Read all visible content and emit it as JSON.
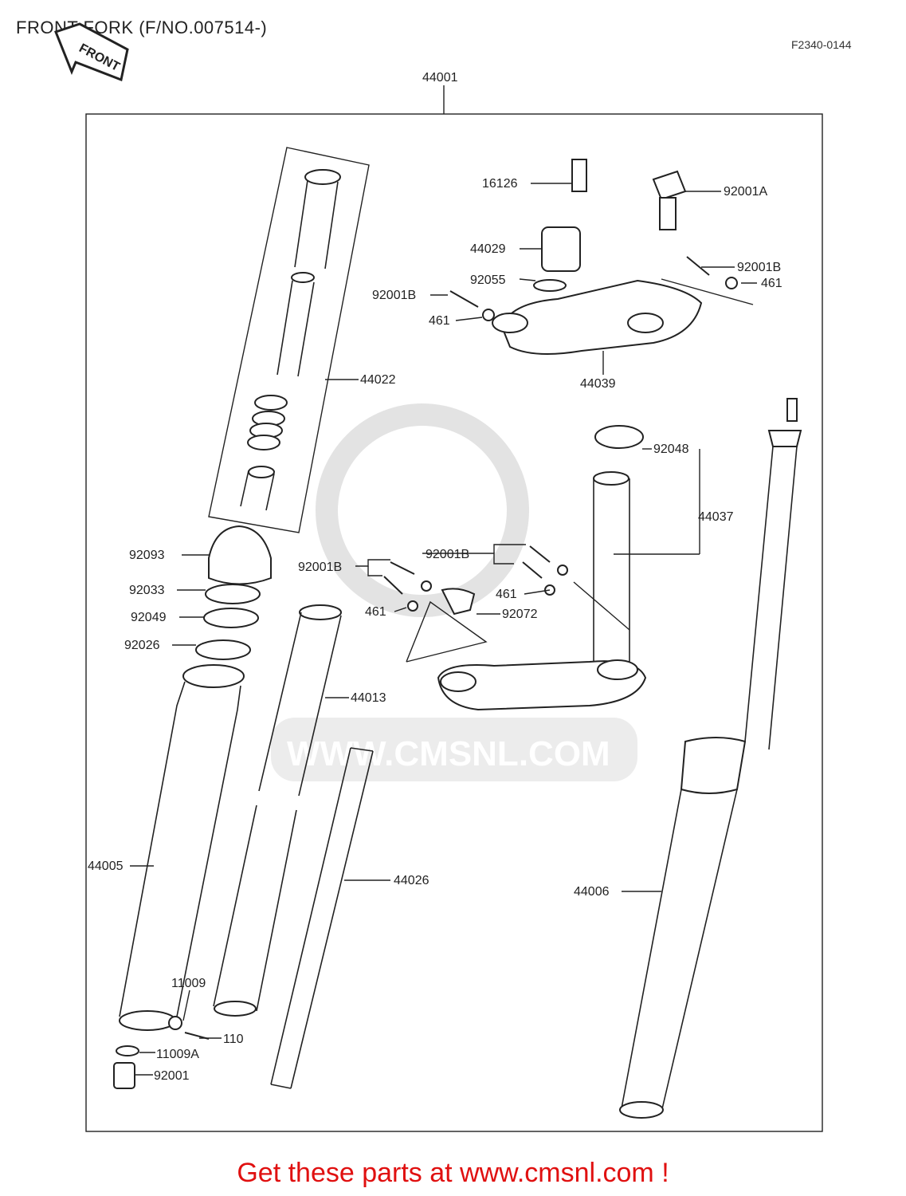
{
  "header": {
    "title": "FRONT FORK (F/NO.007514-)",
    "diagram_code": "F2340-0144",
    "front_badge": "FRONT"
  },
  "watermark": "WWW.CMSNL.COM",
  "footer": "Get these parts at www.cmsnl.com !",
  "parts": {
    "p44001": "44001",
    "p16126": "16126",
    "p92001A": "92001A",
    "p44029": "44029",
    "p92001B_a": "92001B",
    "p92055": "92055",
    "p461_a": "461",
    "p92001B_b": "92001B",
    "p461_b": "461",
    "p44039": "44039",
    "p44022": "44022",
    "p92048": "92048",
    "p44037": "44037",
    "p92093": "92093",
    "p92001B_c": "92001B",
    "p92001B_d": "92001B",
    "p92033": "92033",
    "p461_c": "461",
    "p92049": "92049",
    "p461_d": "461",
    "p92072": "92072",
    "p92026": "92026",
    "p44013": "44013",
    "p44005": "44005",
    "p44026": "44026",
    "p44006": "44006",
    "p11009": "11009",
    "p110": "110",
    "p11009A": "11009A",
    "p92001": "92001"
  }
}
